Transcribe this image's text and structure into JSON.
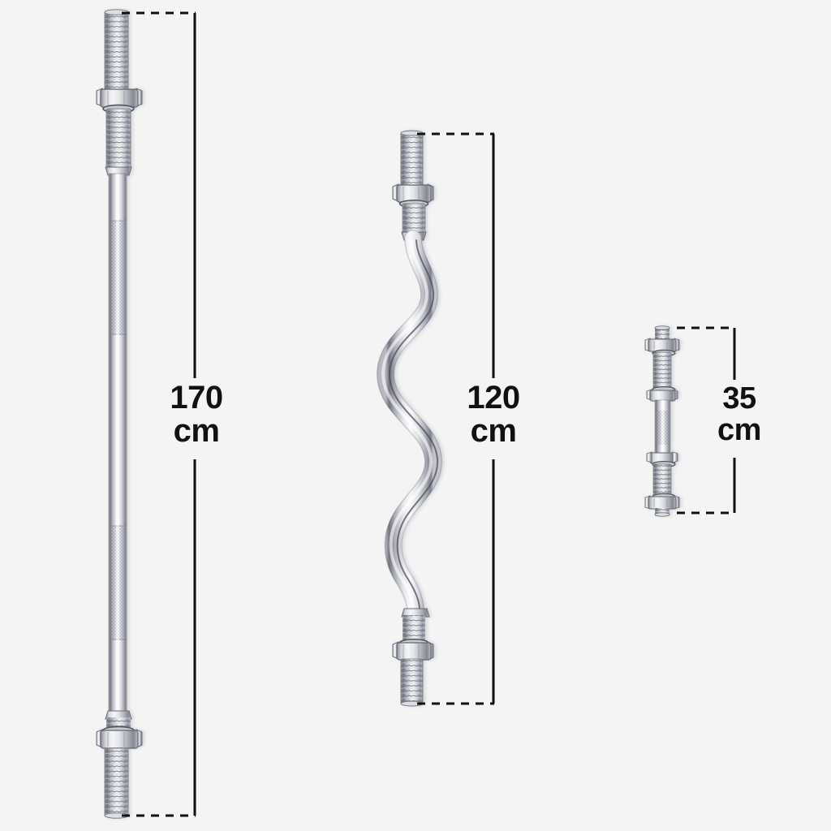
{
  "scene": {
    "background_color": "#f4f4f4",
    "description": "Product dimension diagram of three chrome spinlock weight bars"
  },
  "products": [
    {
      "id": "straight-barbell",
      "name": "straight-barbell",
      "dimension": {
        "number": "170",
        "unit": "cm"
      },
      "bar_type": "straight",
      "colors": {
        "chrome_dark": "#6b6e78",
        "chrome_mid": "#b9bcc4",
        "chrome_light": "#f1f1f3",
        "chrome_shadow": "#8c8f98"
      }
    },
    {
      "id": "ez-curl-barbell",
      "name": "ez-curl-barbell",
      "dimension": {
        "number": "120",
        "unit": "cm"
      },
      "bar_type": "ez-curl",
      "colors": {
        "chrome_dark": "#6b6e78",
        "chrome_mid": "#b9bcc4",
        "chrome_light": "#f1f1f3",
        "chrome_shadow": "#8c8f98"
      }
    },
    {
      "id": "dumbbell-bar",
      "name": "dumbbell-bar",
      "dimension": {
        "number": "35",
        "unit": "cm"
      },
      "bar_type": "dumbbell",
      "colors": {
        "chrome_dark": "#6b6e78",
        "chrome_mid": "#b9bcc4",
        "chrome_light": "#f1f1f3",
        "chrome_shadow": "#8c8f98"
      }
    }
  ],
  "annotations": {
    "line_color": "#111111",
    "dash_pattern": "10 8",
    "solid_width": 3,
    "dashed_width": 3
  }
}
